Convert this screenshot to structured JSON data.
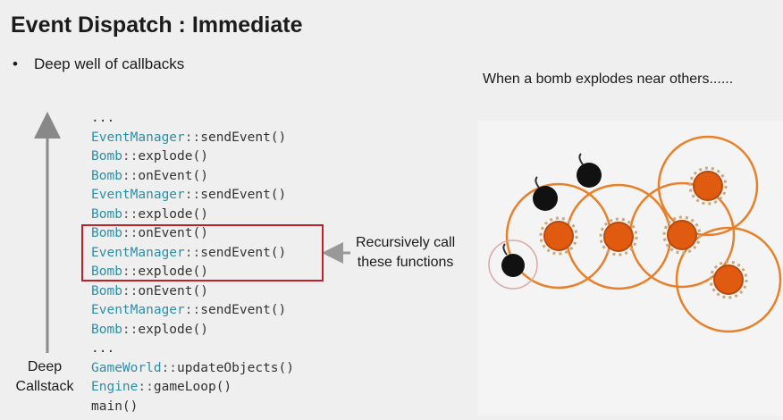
{
  "slide": {
    "title": "Event Dispatch : Immediate",
    "bullet": "Deep well of callbacks",
    "caption": "When a bomb explodes near others......",
    "stack_label_line1": "Deep",
    "stack_label_line2": "Callstack",
    "recursive_line1": "Recursively call",
    "recursive_line2": "these functions"
  },
  "callstack": [
    {
      "cls": "",
      "sep": "",
      "fn": "..."
    },
    {
      "cls": "EventManager",
      "sep": "::",
      "fn": "sendEvent()"
    },
    {
      "cls": "Bomb",
      "sep": "::",
      "fn": "explode()"
    },
    {
      "cls": "Bomb",
      "sep": "::",
      "fn": "onEvent()"
    },
    {
      "cls": "EventManager",
      "sep": "::",
      "fn": "sendEvent()"
    },
    {
      "cls": "Bomb",
      "sep": "::",
      "fn": "explode()"
    },
    {
      "cls": "Bomb",
      "sep": "::",
      "fn": "onEvent()"
    },
    {
      "cls": "EventManager",
      "sep": "::",
      "fn": "sendEvent()"
    },
    {
      "cls": "Bomb",
      "sep": "::",
      "fn": "explode()"
    },
    {
      "cls": "Bomb",
      "sep": "::",
      "fn": "onEvent()"
    },
    {
      "cls": "EventManager",
      "sep": "::",
      "fn": "sendEvent()"
    },
    {
      "cls": "Bomb",
      "sep": "::",
      "fn": "explode()"
    },
    {
      "cls": "",
      "sep": "",
      "fn": "..."
    },
    {
      "cls": "GameWorld",
      "sep": "::",
      "fn": "updateObjects()"
    },
    {
      "cls": "Engine",
      "sep": "::",
      "fn": "gameLoop()"
    },
    {
      "cls": "",
      "sep": "",
      "fn": "main()"
    }
  ],
  "colors": {
    "class_name": "#2b8fa6",
    "highlight_box": "#c0202a",
    "blast_ring": "#e8802a",
    "explosion": "#e05a10",
    "bomb": "#111111"
  }
}
